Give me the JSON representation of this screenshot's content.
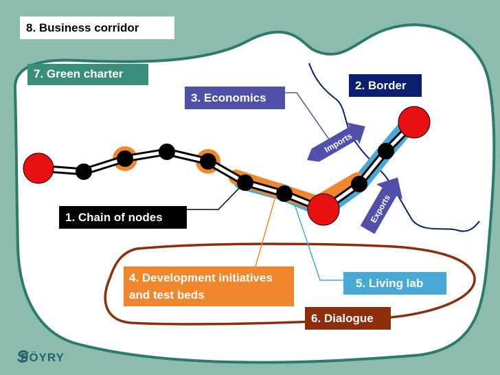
{
  "labels": {
    "business_corridor": "8. Business corridor",
    "green_charter": "7. Green charter",
    "economics": "3. Economics",
    "border": "2. Border",
    "chain_of_nodes": "1. Chain of nodes",
    "development": "4. Development initiatives and test beds",
    "living_lab": "5. Living lab",
    "dialogue": "6. Dialogue"
  },
  "arrows": {
    "imports": "Imports",
    "exports": "Exports"
  },
  "logo": {
    "text": "PÖYRY"
  },
  "colors": {
    "background": "#8bbcae",
    "corridor_outline": "#2e7a6a",
    "green_charter": "#3a8f7a",
    "economics": "#5050a8",
    "border": "#0a1f6e",
    "development": "#f0872e",
    "living_lab": "#4aa8d4",
    "dialogue": "#8b2e0c",
    "node_terminal": "#e81010",
    "node": "#000000"
  }
}
